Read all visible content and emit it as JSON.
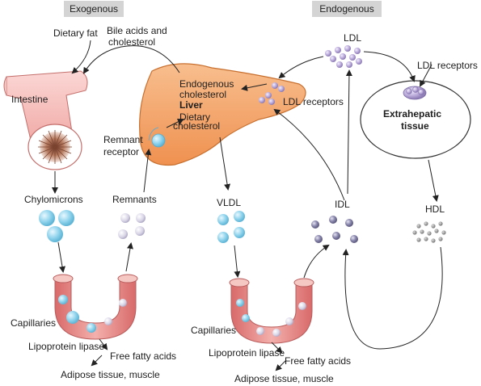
{
  "headers": {
    "exogenous": "Exogenous",
    "endogenous": "Endogenous"
  },
  "labels": {
    "dietary_fat": "Dietary fat",
    "bile_acids": "Bile acids and",
    "bile_acids_2": "cholesterol",
    "intestine": "Intestine",
    "chylomicrons": "Chylomicrons",
    "remnants": "Remnants",
    "remnant_receptor": "Remnant",
    "remnant_receptor_2": "receptor",
    "liver": "Liver",
    "endogenous_chol": "Endogenous",
    "endogenous_chol_2": "cholesterol",
    "dietary_chol": "Dietary",
    "dietary_chol_2": "cholesterol",
    "ldl_receptors_liver": "LDL receptors",
    "ldl": "LDL",
    "ldl_receptors": "LDL receptors",
    "extrahepatic": "Extrahepatic",
    "extrahepatic_2": "tissue",
    "vldl": "VLDL",
    "idl": "IDL",
    "hdl": "HDL",
    "capillaries_left": "Capillaries",
    "lipoprotein_lipase_left": "Lipoprotein lipase",
    "ffa_left": "Free fatty acids",
    "adipose_left": "Adipose tissue, muscle",
    "capillaries_right": "Capillaries",
    "lipoprotein_lipase_right": "Lipoprotein lipase",
    "ffa_right": "Free fatty acids",
    "adipose_right": "Adipose tissue, muscle"
  },
  "colors": {
    "liver": "#f4a36a",
    "vessel": "#e88a8a",
    "chylomicron": "#8fd3ec",
    "remnant": "#d8d4e6",
    "ldl": "#b8a8d8",
    "idl": "#8a87ad",
    "hdl": "#9a9a9a",
    "header_bg": "#d4d4d4"
  }
}
